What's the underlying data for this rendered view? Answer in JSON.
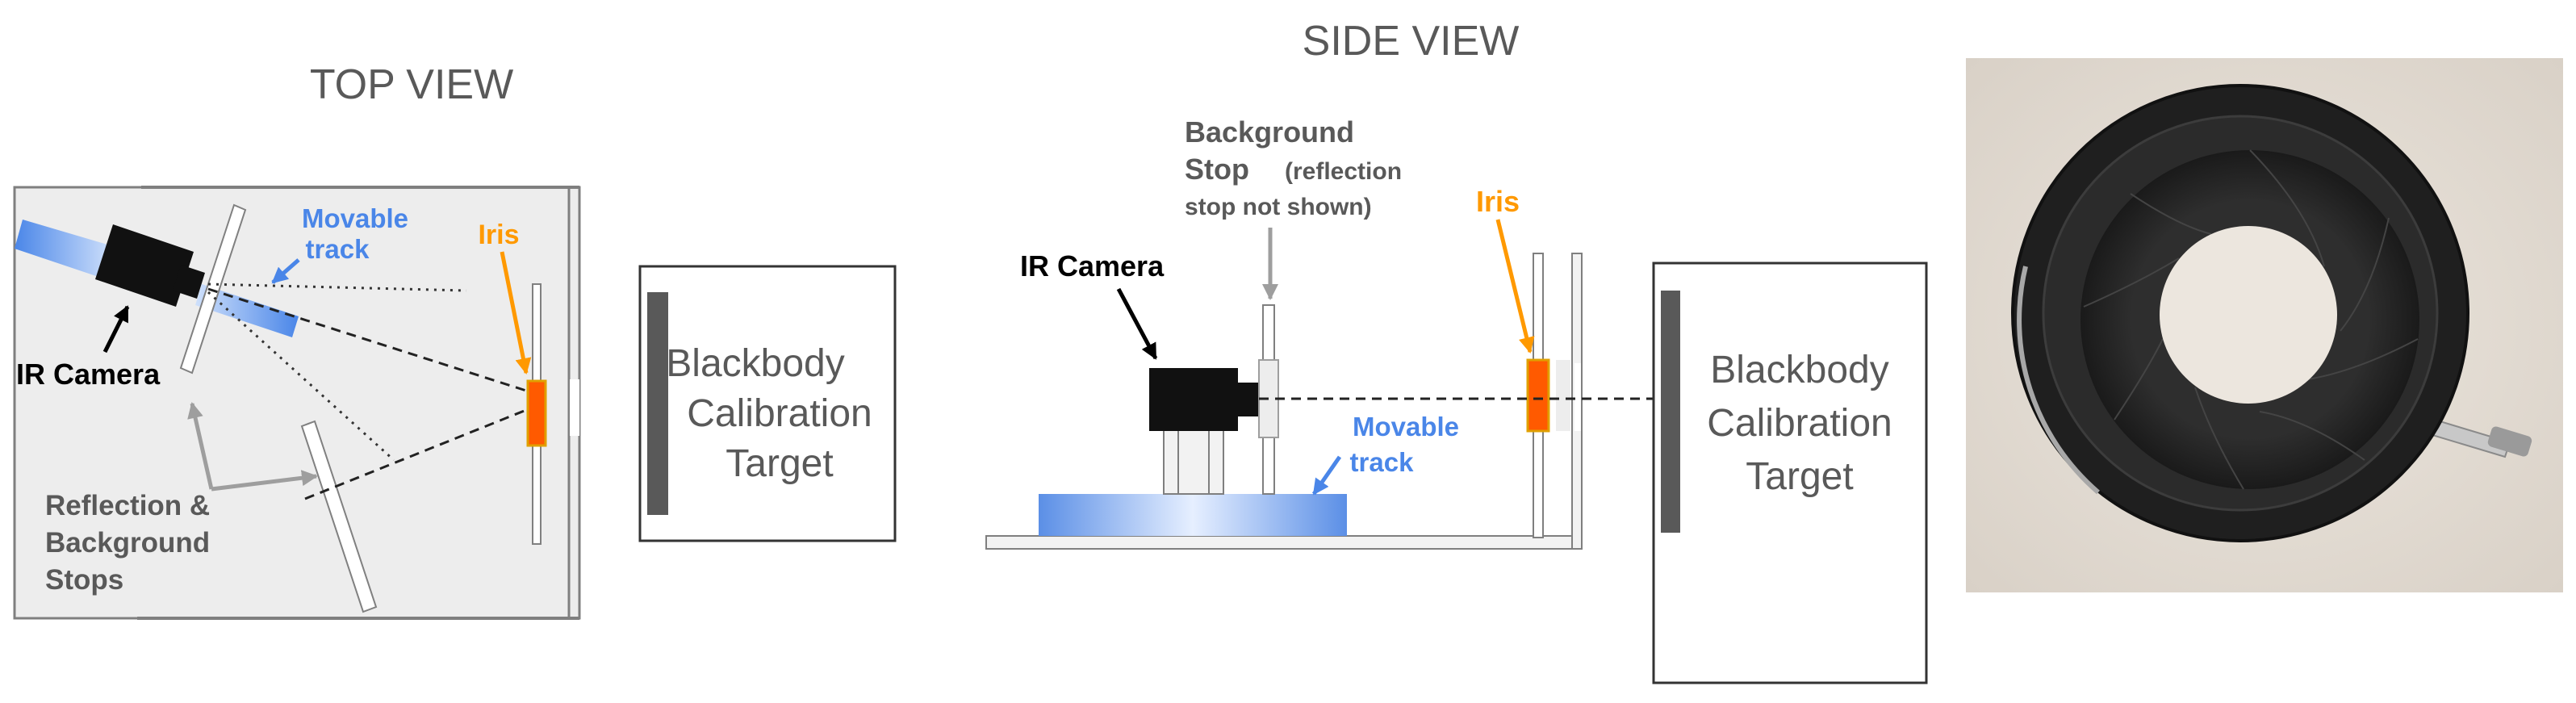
{
  "top_view": {
    "title": "TOP VIEW",
    "movable_track_label": [
      "Movable",
      "track"
    ],
    "iris_label": "Iris",
    "camera_label": "IR Camera",
    "stops_label": [
      "Reflection &",
      "Background",
      "Stops"
    ],
    "target_label": [
      "Blackbody",
      "Calibration",
      "Target"
    ]
  },
  "side_view": {
    "title": "SIDE VIEW",
    "background_stop_label": [
      "Background",
      "Stop"
    ],
    "background_stop_note": [
      "(reflection",
      "stop not shown)"
    ],
    "camera_label": "IR Camera",
    "iris_label": "Iris",
    "movable_track_label": [
      "Movable",
      "track"
    ],
    "target_label": [
      "Blackbody",
      "Calibration",
      "Target"
    ]
  },
  "photo": {
    "subject": "iris-diaphragm-photo"
  },
  "colors": {
    "text_gray": "#595959",
    "blue": "#4a86e8",
    "orange": "#ff9900",
    "iris_fill": "#ff5a00",
    "enclosure": "#ededed"
  }
}
